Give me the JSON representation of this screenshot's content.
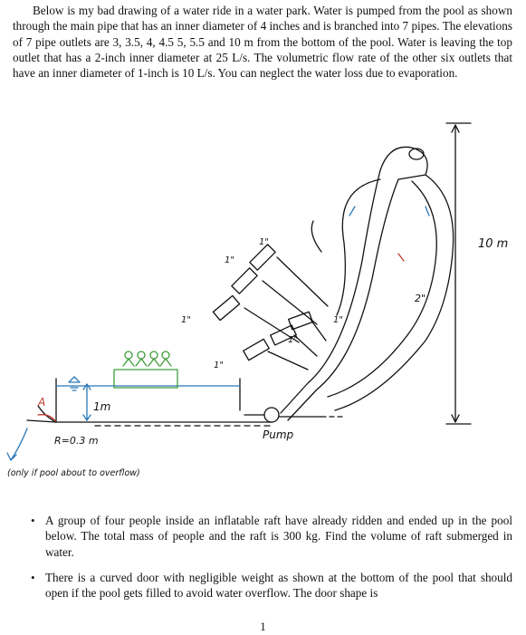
{
  "intro": "Below is my bad drawing of a water ride in a water park. Water is pumped from the pool as shown through the main pipe that has an inner diameter of 4 inches and is branched into 7 pipes. The elevations of 7 pipe outlets are 3, 3.5, 4, 4.5 5, 5.5 and 10 m from the bottom of the pool. Water is leaving the top outlet that has a 2-inch inner diameter at 25 L/s. The volumetric flow rate of the other six outlets that have an inner diameter of 1-inch is 10 L/s. You can neglect the water loss due to evaporation.",
  "figure": {
    "height_label": "10 m",
    "depth_label": "1m",
    "radius_label": "R=0.3 m",
    "point_label": "A",
    "pump_label": "Pump",
    "overflow_note": "(only if pool about to overflow)",
    "pipe_label_top": "2\"",
    "pipe_labels_small": [
      "1\"",
      "1\"",
      "1\"",
      "1\"",
      "1\"",
      "1\""
    ]
  },
  "questions": [
    "A group of four people inside an inflatable raft have already ridden and ended up in the pool below. The total mass of people and the raft is 300 kg. Find the volume of raft submerged in water.",
    "There is a curved door with negligible weight as shown at the bottom of the pool that should open if the pool gets filled to avoid water overflow. The door shape is"
  ],
  "page_number": "1",
  "colors": {
    "ink": "#111111",
    "water": "#2a78b8",
    "raft": "#3f9e3a",
    "accent": "#c0392b"
  }
}
